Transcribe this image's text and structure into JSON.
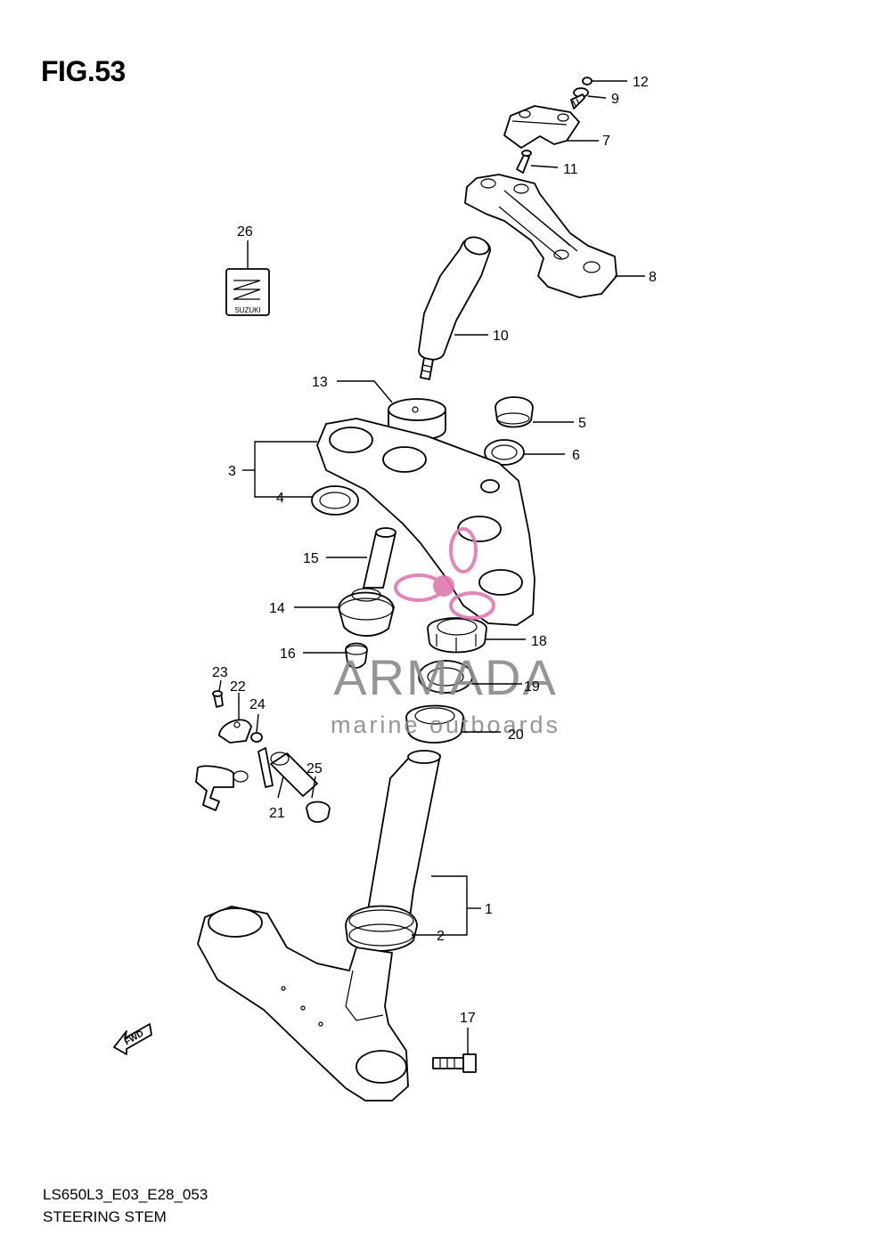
{
  "figure": {
    "title": "FIG.53",
    "code": "LS650L3_E03_E28_053",
    "caption": "STEERING STEM"
  },
  "callouts": [
    "1",
    "2",
    "3",
    "4",
    "5",
    "6",
    "7",
    "8",
    "9",
    "10",
    "11",
    "12",
    "13",
    "14",
    "15",
    "16",
    "17",
    "18",
    "19",
    "20",
    "21",
    "22",
    "23",
    "24",
    "25",
    "26"
  ],
  "emblem": {
    "text": "SUZUKI"
  },
  "direction_marker": {
    "text": "FWD"
  },
  "watermark": {
    "brand": "ARMADA",
    "tagline": "marine outboards",
    "color": "#e07ab0"
  }
}
